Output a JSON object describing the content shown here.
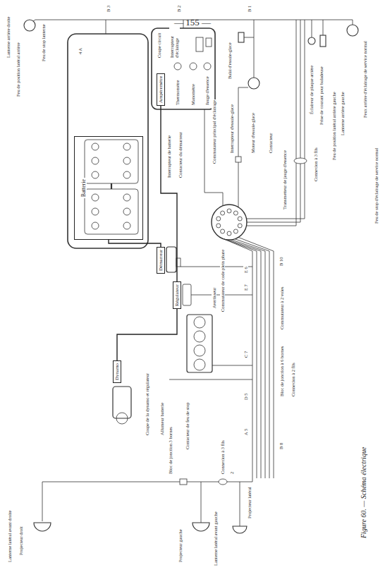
{
  "diagram": {
    "caption": "Figure 60. — Schéma électrique",
    "nodes": [
      {
        "text": [
          "Batterie"
        ]
      },
      {
        "text": [
          "Démarreur"
        ]
      },
      {
        "text": [
          "Dynamo"
        ]
      },
      {
        "text": [
          "Régulateur"
        ]
      },
      {
        "text": [
          "Ampèremètre"
        ]
      }
    ],
    "edges": [
      {
        "from": 0,
        "to": 1,
        "arrow": "none"
      },
      {
        "from": 2,
        "to": 3,
        "arrow": "none"
      },
      {
        "from": 3,
        "to": 4,
        "arrow": "none"
      }
    ],
    "labels": [
      "— 155 —",
      "Lanterne arrière droite",
      "Feu de position latéral arrière",
      "Feu de stop lanterne",
      "Feu de position latéral arrière gauche",
      "Lanterne arrière gauche",
      "Feux arrière d'éclairage de service normal",
      "Feu de stop d'éclairage de service normal",
      "Éclaireur de plaque arrière",
      "Prise de courant pour baladeuse",
      "Thermomètre",
      "Manomètre",
      "Jauge d'essence",
      "Coupe circuit",
      "Interrupteur d'éclairage",
      "Interrupteur de batterie",
      "Contacteur du démarreur",
      "Commutateur principal d'éclairage",
      "Interrupteur d'essuie-glace",
      "Moteur d'essuie-glace",
      "Balai d'essuie-glace",
      "Contacteur",
      "Transmetteur de jauge d'essence",
      "Connexion à 3 fils",
      "Coupe de la dynamo et régulateur",
      "Allumeur batterie",
      "Contacteur de feu de stop",
      "Avertisseur",
      "Commutateur de code plein phare",
      "Commutateur à 2 voies",
      "Bloc de jonction à 6 bornes",
      "Connexion à 2 fils",
      "Lanterne latéral avant droite",
      "Projecteur droit",
      "Bloc de jonction 3 bornes",
      "Projecteur gauche",
      "Lanterne latéral avant gauche",
      "Projecteur latéral",
      "Connexion à 3 fils",
      "2",
      "B 3",
      "B 2",
      "B 1",
      "E 6",
      "E 7",
      "C 7",
      "D 5",
      "A 5",
      "B 10",
      "B 8",
      "4 A"
    ]
  }
}
